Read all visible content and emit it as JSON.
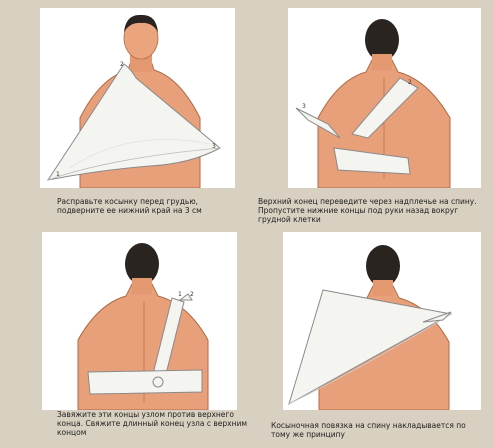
{
  "panels": [
    {
      "caption": "Расправьте косынку перед грудью, подверните ее нижний край на 3 см",
      "markers": [
        "1",
        "2",
        "3"
      ]
    },
    {
      "caption": "Верхний конец переведите через надплечье на спину. Пропустите нижние концы под руки назад вокруг грудной клетки",
      "markers": [
        "2",
        "3"
      ]
    },
    {
      "caption": "Завяжите эти концы узлом против верхнего конца. Свяжите длинный конец узла с верхним концом",
      "markers": [
        "1",
        "2"
      ]
    },
    {
      "caption": "Косыночная повязка на спину накладывается по тому же принципу",
      "markers": []
    }
  ],
  "colors": {
    "background": "#d8d0c0",
    "skin": "#e8a07a",
    "skin_shadow": "#c77a52",
    "hair": "#2a2420",
    "bandage": "#f4f4f0",
    "bandage_stroke": "#8a8a8a"
  }
}
